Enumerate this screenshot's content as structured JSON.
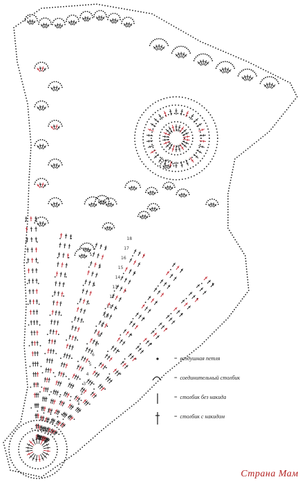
{
  "legend": {
    "items": [
      {
        "symbol": "chain-stitch-icon",
        "label": "воздушная петля"
      },
      {
        "symbol": "slip-stitch-icon",
        "label": "соединительный столбик"
      },
      {
        "symbol": "single-crochet-icon",
        "label": "столбик без накида"
      },
      {
        "symbol": "double-crochet-icon",
        "label": "столбик с накидом"
      }
    ],
    "separator": "="
  },
  "row_numbers": [
    "1",
    "2",
    "3",
    "4",
    "5",
    "6",
    "7",
    "8",
    "9",
    "10",
    "11",
    "12",
    "13",
    "14",
    "15",
    "16",
    "17",
    "18"
  ],
  "watermark": "Страна Мам",
  "colors": {
    "ink": "#1a1a1a",
    "accent": "#c0202a"
  }
}
